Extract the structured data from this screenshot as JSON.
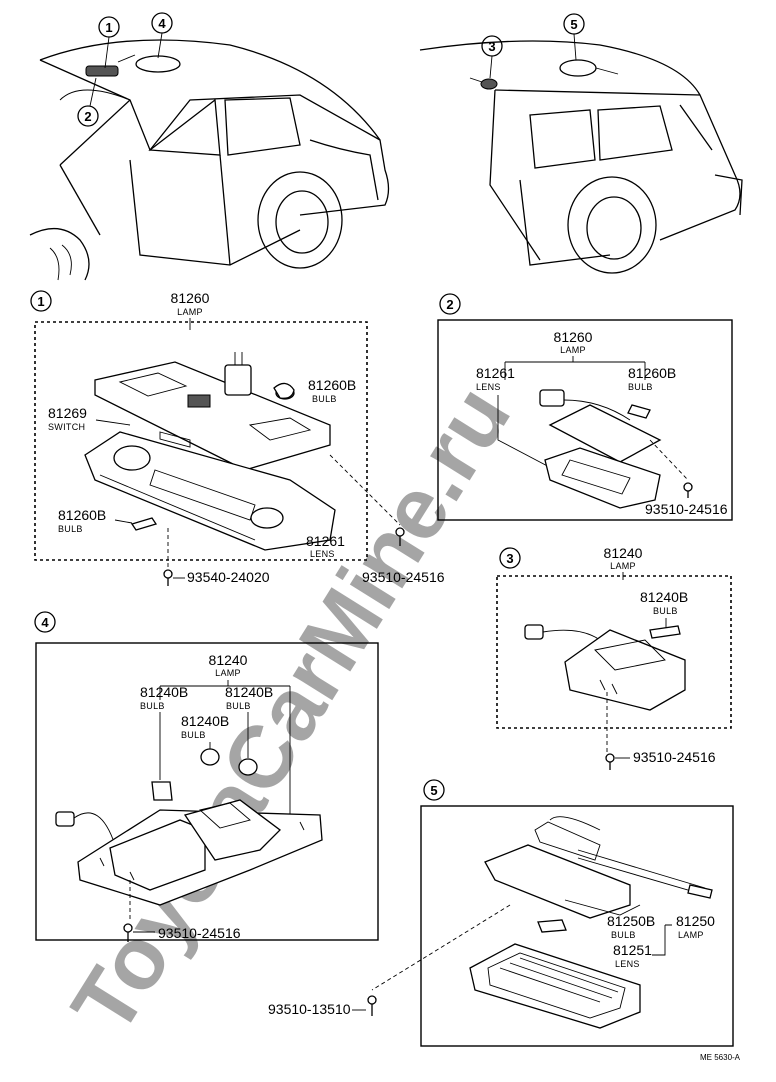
{
  "callouts": [
    "1",
    "2",
    "3",
    "4",
    "5"
  ],
  "section1": {
    "callout": "1",
    "lamp": {
      "pn": "81260",
      "label": "LAMP"
    },
    "bulb_a": {
      "pn": "81260B",
      "label": "BULB"
    },
    "switch": {
      "pn": "81269",
      "label": "SWITCH"
    },
    "bulb_b": {
      "pn": "81260B",
      "label": "BULB"
    },
    "lens": {
      "pn": "81261",
      "label": "LENS"
    },
    "screw_a": "93540-24020",
    "screw_b": "93510-24516"
  },
  "section2": {
    "callout": "2",
    "lamp": {
      "pn": "81260",
      "label": "LAMP"
    },
    "lens": {
      "pn": "81261",
      "label": "LENS"
    },
    "bulb": {
      "pn": "81260B",
      "label": "BULB"
    },
    "screw": "93510-24516"
  },
  "section3": {
    "callout": "3",
    "lamp": {
      "pn": "81240",
      "label": "LAMP"
    },
    "bulb": {
      "pn": "81240B",
      "label": "BULB"
    },
    "screw": "93510-24516"
  },
  "section4": {
    "callout": "4",
    "lamp": {
      "pn": "81240",
      "label": "LAMP"
    },
    "bulb_a": {
      "pn": "81240B",
      "label": "BULB"
    },
    "bulb_b": {
      "pn": "81240B",
      "label": "BULB"
    },
    "bulb_c": {
      "pn": "81240B",
      "label": "BULB"
    },
    "screw": "93510-24516"
  },
  "section5": {
    "callout": "5",
    "bulb": {
      "pn": "81250B",
      "label": "BULB"
    },
    "lamp": {
      "pn": "81250",
      "label": "LAMP"
    },
    "lens": {
      "pn": "81251",
      "label": "LENS"
    },
    "screw": "93510-13510"
  },
  "footer_code": "ME 5630-A",
  "watermark": "ToyotaCarMine.ru"
}
